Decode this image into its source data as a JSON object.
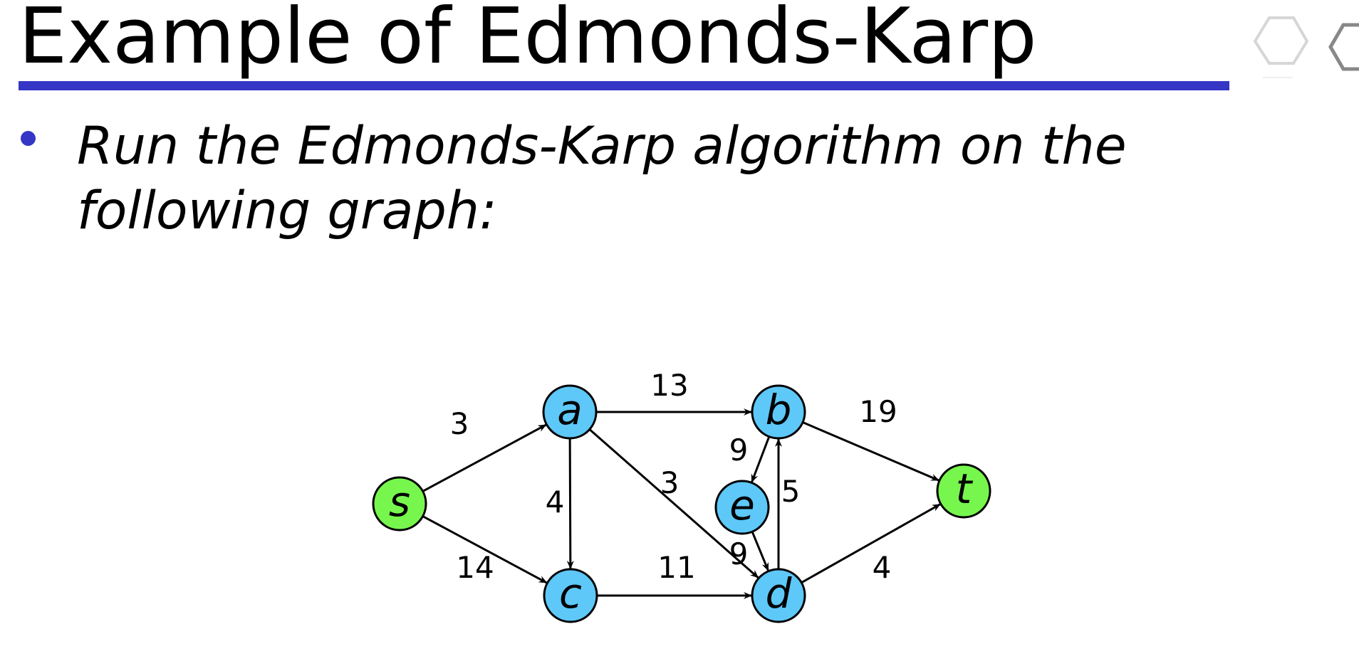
{
  "slide": {
    "title": "Example of Edmonds-Karp",
    "bullet": "Run the Edmonds-Karp algorithm on the following graph:"
  },
  "colors": {
    "accent": "#3636c6",
    "terminal_node": "#77f74d",
    "inner_node": "#5ec8f8"
  },
  "graph": {
    "nodes": [
      {
        "id": "s",
        "label": "s",
        "type": "terminal"
      },
      {
        "id": "a",
        "label": "a",
        "type": "inner"
      },
      {
        "id": "b",
        "label": "b",
        "type": "inner"
      },
      {
        "id": "c",
        "label": "c",
        "type": "inner"
      },
      {
        "id": "d",
        "label": "d",
        "type": "inner"
      },
      {
        "id": "e",
        "label": "e",
        "type": "inner"
      },
      {
        "id": "t",
        "label": "t",
        "type": "terminal"
      }
    ],
    "edges": [
      {
        "from": "s",
        "to": "a",
        "capacity": "3"
      },
      {
        "from": "s",
        "to": "c",
        "capacity": "14"
      },
      {
        "from": "a",
        "to": "b",
        "capacity": "13"
      },
      {
        "from": "a",
        "to": "c",
        "capacity": "4"
      },
      {
        "from": "a",
        "to": "d",
        "capacity": "3"
      },
      {
        "from": "b",
        "to": "e",
        "capacity": "9"
      },
      {
        "from": "e",
        "to": "d",
        "capacity": "9"
      },
      {
        "from": "d",
        "to": "b",
        "capacity": "5"
      },
      {
        "from": "c",
        "to": "d",
        "capacity": "11"
      },
      {
        "from": "b",
        "to": "t",
        "capacity": "19"
      },
      {
        "from": "d",
        "to": "t",
        "capacity": "4"
      }
    ]
  }
}
